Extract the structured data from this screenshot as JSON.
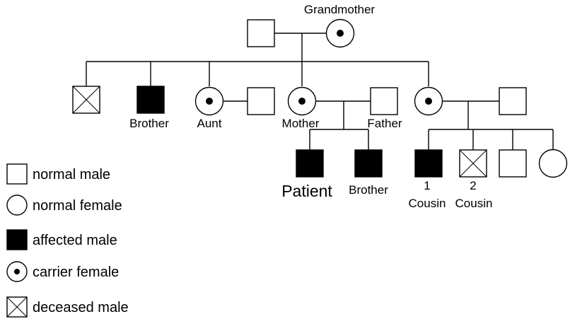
{
  "labels": {
    "grandmother": "Grandmother",
    "brother_left": "Brother",
    "aunt": "Aunt",
    "mother": "Mother",
    "father": "Father",
    "patient": "Patient",
    "brother_patient": "Brother",
    "cousin1_number": "1",
    "cousin1_label": "Cousin",
    "cousin2_number": "2",
    "cousin2_label": "Cousin"
  },
  "legend": {
    "normal_male": "normal male",
    "normal_female": "normal female",
    "affected_male": "affected male",
    "carrier_female": "carrier female",
    "deceased_male": "deceased male"
  },
  "colors": {
    "line": "#000000",
    "fill": "#000000",
    "background": "#ffffff"
  }
}
